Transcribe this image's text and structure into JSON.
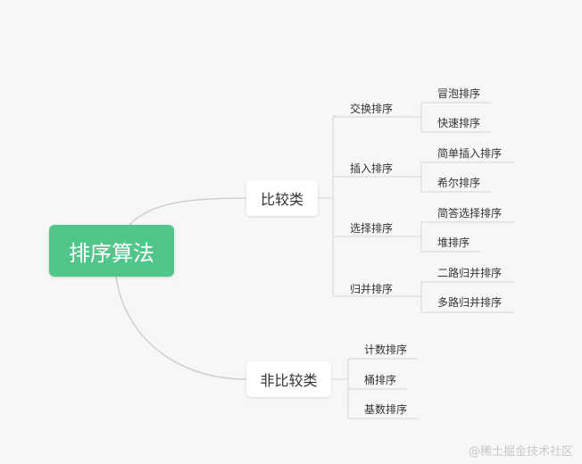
{
  "root": "排序算法",
  "branches": [
    {
      "label": "比较类",
      "groups": [
        {
          "label": "交换排序",
          "items": [
            "冒泡排序",
            "快速排序"
          ]
        },
        {
          "label": "插入排序",
          "items": [
            "简单插入排序",
            "希尔排序"
          ]
        },
        {
          "label": "选择排序",
          "items": [
            "简答选择排序",
            "堆排序"
          ]
        },
        {
          "label": "归并排序",
          "items": [
            "二路归并排序",
            "多路归并排序"
          ]
        }
      ]
    },
    {
      "label": "非比较类",
      "items": [
        "计数排序",
        "桶排序",
        "基数排序"
      ]
    }
  ],
  "watermark": "@稀土掘金技术社区"
}
